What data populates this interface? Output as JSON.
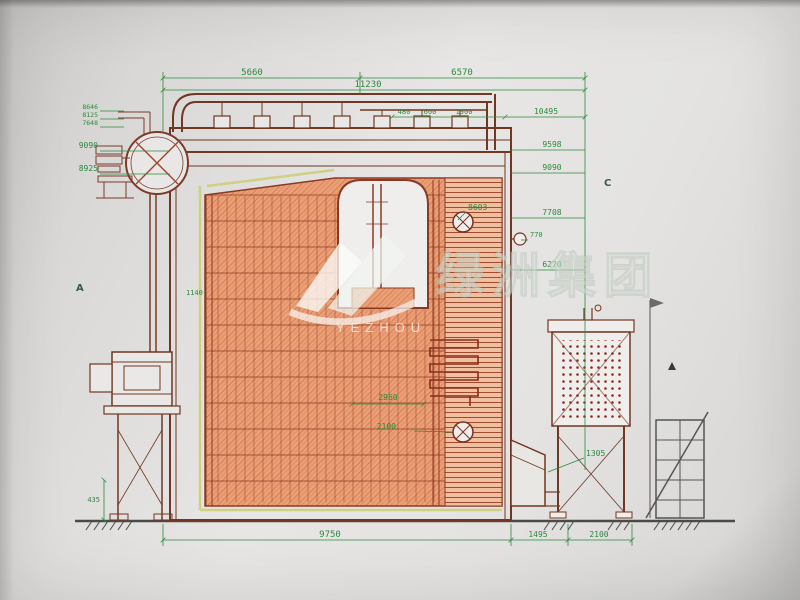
{
  "watermark": {
    "logo": "double-chevron-swoosh-logo",
    "text_cn": "绿洲集团",
    "text_en": "YEZHOU"
  },
  "section_labels": {
    "a": "A",
    "c": "C"
  },
  "dims": {
    "top_left_span": "5660",
    "top_right_span": "6570",
    "total_width": "11230",
    "seg_480": "480",
    "seg_600": "600",
    "seg_1900": "1900",
    "h_10495": "10495",
    "h_9598": "9598",
    "h_9090_right": "9090",
    "h_7708": "7708",
    "h_770": "770",
    "h_6270": "6270",
    "h_8603": "8603",
    "h_9090_left": "9090",
    "h_8925": "8925",
    "l_8646": "8646",
    "l_8125": "8125",
    "l_7648": "7648",
    "w_1140": "1140",
    "w_2960": "2960",
    "w_2100_inner": "2100",
    "h_1305": "1305",
    "b_9750": "9750",
    "b_1495": "1495",
    "b_2100": "2100",
    "h_435": "435"
  }
}
